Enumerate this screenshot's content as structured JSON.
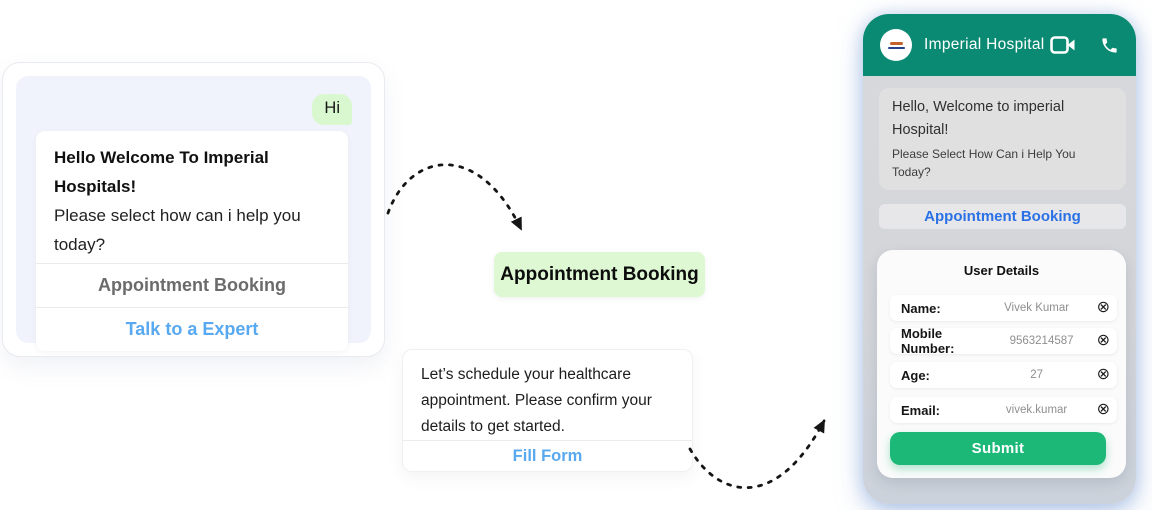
{
  "left_widget": {
    "user_message": "Hi",
    "message": {
      "title": "Hello Welcome To Imperial Hospitals!",
      "body": "Please select how can i help you today?"
    },
    "options": [
      {
        "label": "Appointment Booking"
      },
      {
        "label": "Talk to a Expert"
      }
    ]
  },
  "flow": {
    "selected_option": "Appointment Booking",
    "followup": {
      "message": "Let’s schedule your healthcare appointment. Please confirm your details to get started.",
      "action": "Fill Form"
    }
  },
  "phone": {
    "header": {
      "title": "Imperial Hospital"
    },
    "greeting": {
      "title": "Hello, Welcome to imperial Hospital!",
      "body": "Please Select How Can i Help You Today?"
    },
    "option": "Appointment Booking",
    "form": {
      "title": "User Details",
      "fields": [
        {
          "label": "Name:",
          "value": "Vivek Kumar"
        },
        {
          "label": "Mobile Number:",
          "value": "9563214587"
        },
        {
          "label": "Age:",
          "value": "27"
        },
        {
          "label": "Email:",
          "value": "vivek.kumar"
        }
      ],
      "submit_label": "Submit"
    }
  },
  "icons": {
    "clear": "⊗"
  },
  "colors": {
    "header_teal": "#0a8a73",
    "submit_green": "#1cb877",
    "option_light_green": "#ddf8d2",
    "link_blue": "#2a71e6",
    "light_blue": "#58a9ef",
    "panel_lavender": "#f1f3fc"
  }
}
